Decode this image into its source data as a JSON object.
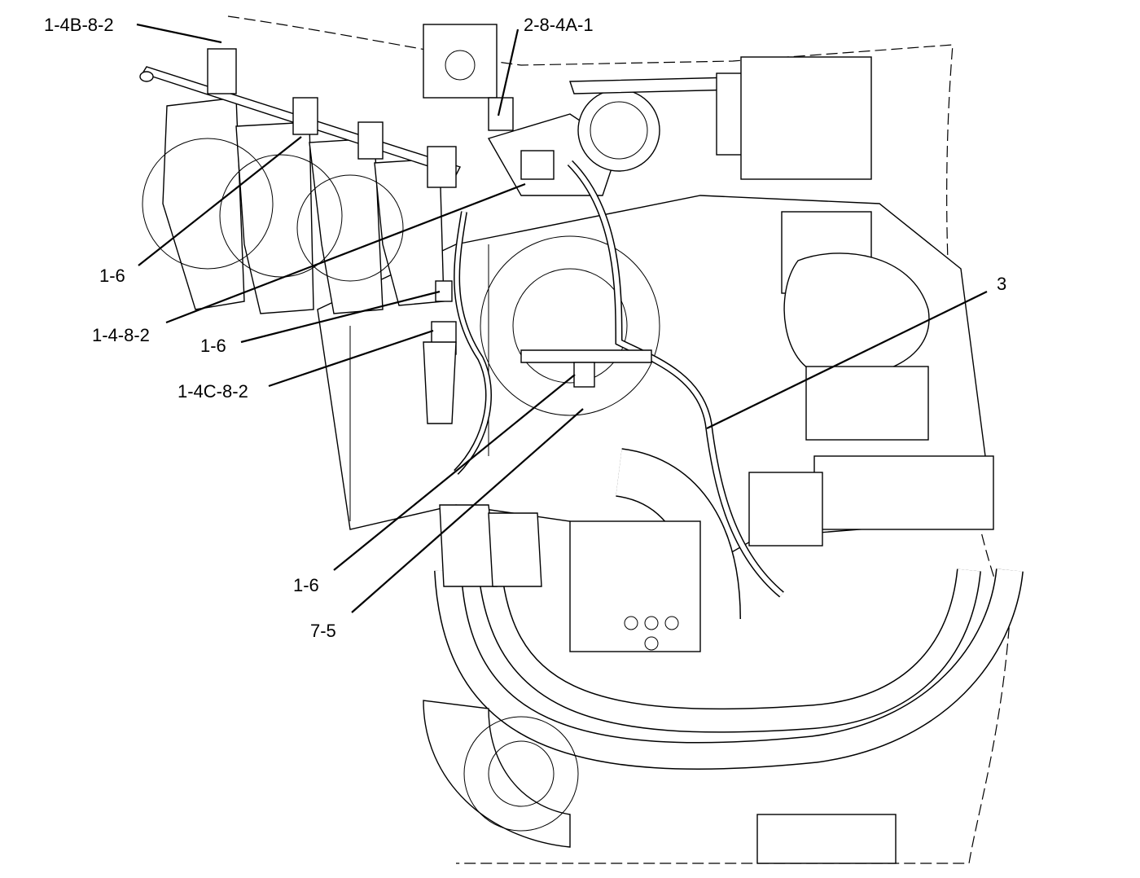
{
  "callouts": [
    {
      "id": "c1",
      "text": "1-4B-8-2"
    },
    {
      "id": "c2",
      "text": "2-8-4A-1"
    },
    {
      "id": "c3",
      "text": "1-6"
    },
    {
      "id": "c4",
      "text": "1-4-8-2"
    },
    {
      "id": "c5",
      "text": "1-6"
    },
    {
      "id": "c6",
      "text": "1-4C-8-2"
    },
    {
      "id": "c7",
      "text": "1-6"
    },
    {
      "id": "c8",
      "text": "7-5"
    },
    {
      "id": "c9",
      "text": "3"
    }
  ]
}
